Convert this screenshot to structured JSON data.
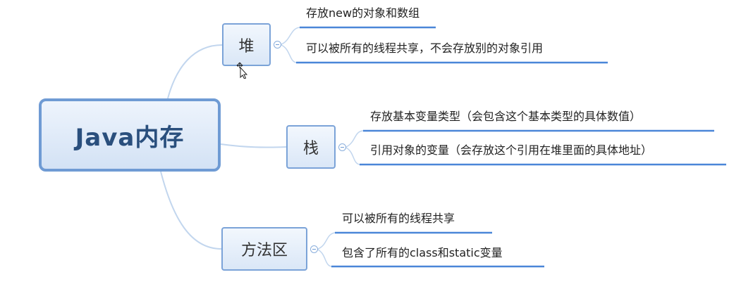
{
  "diagram": {
    "root": {
      "label": "Java内存"
    },
    "branches": [
      {
        "key": "heap",
        "label": "堆",
        "leaves": [
          "存放new的对象和数组",
          "可以被所有的线程共享，不会存放别的对象引用"
        ]
      },
      {
        "key": "stack",
        "label": "栈",
        "leaves": [
          "存放基本变量类型（会包含这个基本类型的具体数值）",
          "引用对象的变量（会存放这个引用在堆里面的具体地址）"
        ]
      },
      {
        "key": "method",
        "label": "方法区",
        "leaves": [
          "可以被所有的线程共享",
          "包含了所有的class和static变量"
        ]
      }
    ]
  },
  "colors": {
    "node_border": "#7ba3d8",
    "connector": "#c2d6ee",
    "underline": "#4a86d8",
    "root_text": "#2a4f7d"
  }
}
